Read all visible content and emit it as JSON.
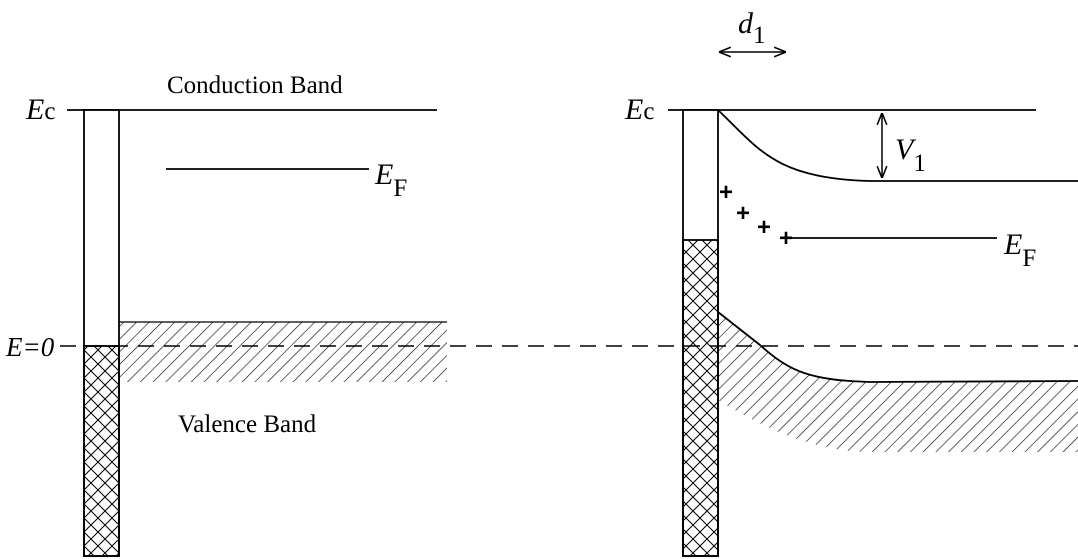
{
  "left": {
    "conduction_band": "Conduction Band",
    "valence_band": "Valence Band",
    "ec_symbol": "E",
    "ec_sub": "c",
    "ef_symbol": "E",
    "ef_sub": "F",
    "e0_label": "E=0"
  },
  "right": {
    "ec_symbol": "E",
    "ec_sub": "c",
    "ef_symbol": "E",
    "ef_sub": "F",
    "v1_symbol": "V",
    "v1_sub": "1",
    "d1_symbol": "d",
    "d1_sub": "1",
    "charges": [
      "+",
      "+",
      "+",
      "+"
    ]
  }
}
